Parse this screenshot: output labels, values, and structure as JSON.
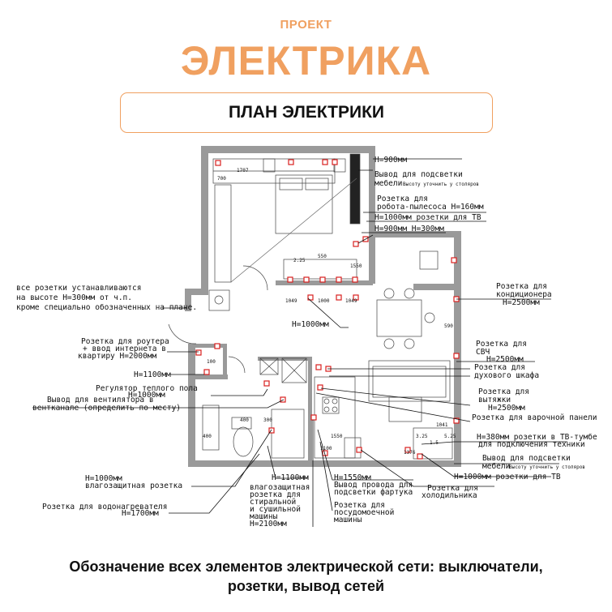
{
  "header": {
    "kicker": "ПРОЕКТ",
    "title": "ЭЛЕКТРИКА",
    "plan_title": "ПЛАН ЭЛЕКТРИКИ"
  },
  "footer": {
    "line1": "Обозначение всех элементов электрической сети: выключатели,",
    "line2": "розетки, вывод сетей"
  },
  "colors": {
    "accent": "#f0a060",
    "wall": "#9a9a9a",
    "outlet": "#d8201e",
    "line": "#111111"
  },
  "notes": {
    "general": [
      "все розетки устанавливаются",
      "на высоте Н=300мм от ч.п.",
      "кроме специально обозначенных на плане."
    ],
    "general_outlets": "все розетки устанавливаются на высоте Н=300мм от ч.п. кроме специально обозначенных на плане."
  },
  "labels": {
    "h900": "Н=900мм",
    "furniture_light_top": [
      "Вывод для подсветки",
      "мебели"
    ],
    "furniture_light_top_note": "Высоту уточнить у столяров",
    "robot_vacuum": [
      "Розетка для",
      "робота-пылесоса Н=160мм"
    ],
    "tv_outlets": "Н=1000мм розетки для ТВ",
    "h900_h300": "Н=900мм  Н=300мм",
    "ac_outlet": [
      "Розетка для",
      "кондиционера"
    ],
    "ac_height": "Н=2500мм",
    "h1000": "Н=1000мм",
    "router": [
      "Розетка для роутера",
      "+ ввод интернета в",
      "квартиру Н=2000мм"
    ],
    "microwave": [
      "Розетка для",
      "СВЧ"
    ],
    "microwave_height": "Н=2500мм",
    "oven": [
      "Розетка для",
      "духового шкафа"
    ],
    "h1100_left": "Н=1100мм",
    "floor_heat": [
      "Регулятор теплого пола",
      "Н=1000мм"
    ],
    "fan": [
      "Вывод для вентилятора в",
      "вентканале (определить по месту)"
    ],
    "hood": [
      "Розетка для",
      "вытяжки"
    ],
    "hood_height": "Н=2500мм",
    "hob": "Розетка для варочной панели",
    "tv_cabinet": [
      "Н=380мм розетки в ТВ-тумбе",
      "для подключения техники"
    ],
    "furniture_light_bottom": [
      "Вывод для подсветки",
      "мебели"
    ],
    "furniture_light_bottom_note": "Высоту уточнить у столяров",
    "tv_bottom": "Н=1000мм розетки для ТВ",
    "waterproof": [
      "Н=1000мм",
      "влагозащитная розетка"
    ],
    "h1100_mid": "Н=1100мм",
    "washer": [
      "влагозащитная",
      "розетка для",
      "стиральной",
      "и сушильной",
      "машины",
      "Н=2100мм"
    ],
    "backlight": [
      "Н=1550мм",
      "Вывод провода для",
      "подсветки фартука"
    ],
    "dishwasher": [
      "Розетка для",
      "посудомоечной",
      "машины"
    ],
    "fridge": [
      "Розетка для",
      "холодильника"
    ],
    "water_heater": [
      "Розетка для водонагревателя",
      "Н=1700мм"
    ]
  },
  "dimensions": [
    "1707",
    "700",
    "1049",
    "1000",
    "1049",
    "2.25",
    "1550",
    "550",
    "100",
    "590",
    "1041",
    "3.25",
    "1.5",
    "5.25",
    "1376",
    "400",
    "1550",
    "300",
    "400",
    "1100"
  ]
}
